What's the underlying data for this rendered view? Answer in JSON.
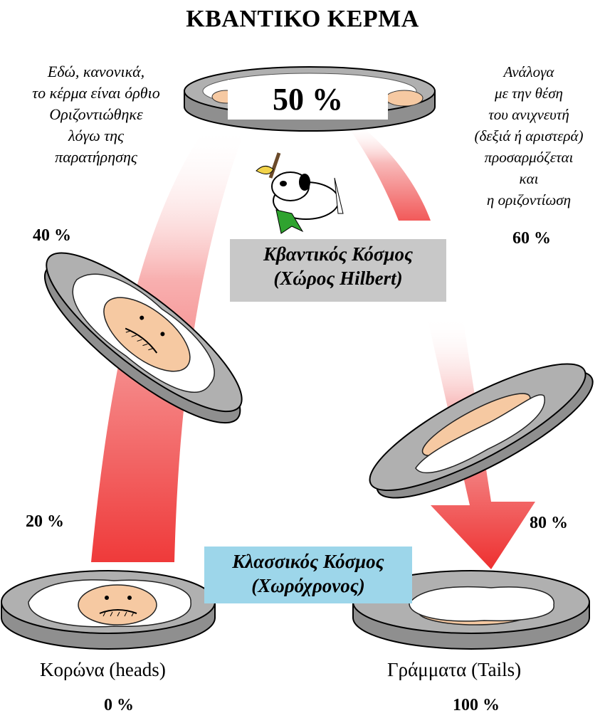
{
  "title": "ΚΒΑΝΤΙΚΟ ΚΕΡΜΑ",
  "top_percent": "50 %",
  "left_note": [
    "Εδώ, κανονικά,",
    "το κέρμα είναι όρθιο",
    "Οριζοντιώθηκε",
    "λόγω της",
    "παρατήρησης"
  ],
  "right_note": [
    "Ανάλογα",
    "με την θέση",
    "του ανιχνευτή",
    "(δεξιά ή αριστερά)",
    "προσαρμόζεται",
    "και",
    "η οριζοντίωση"
  ],
  "quantum_world": {
    "line1": "Κβαντικός Κόσμος",
    "line2": "(Χώρος Hilbert)"
  },
  "classical_world": {
    "line1": "Κλασσικός Κόσμος",
    "line2": "(Χωρόχρονος)"
  },
  "percentages": {
    "left_mid": "40 %",
    "right_mid": "60 %",
    "left_low": "20 %",
    "right_low": "80 %",
    "left_bottom": "0 %",
    "right_bottom": "100 %"
  },
  "captions": {
    "heads": "Κορώνα (heads)",
    "tails": "Γράμματα (Tails)"
  },
  "colors": {
    "arrow_red": "#f04040",
    "coin_gray": "#a9a9a9",
    "face": "#f6c9a2",
    "quantum_box": "#c8c8c8",
    "classical_box": "#9dd6ea"
  }
}
